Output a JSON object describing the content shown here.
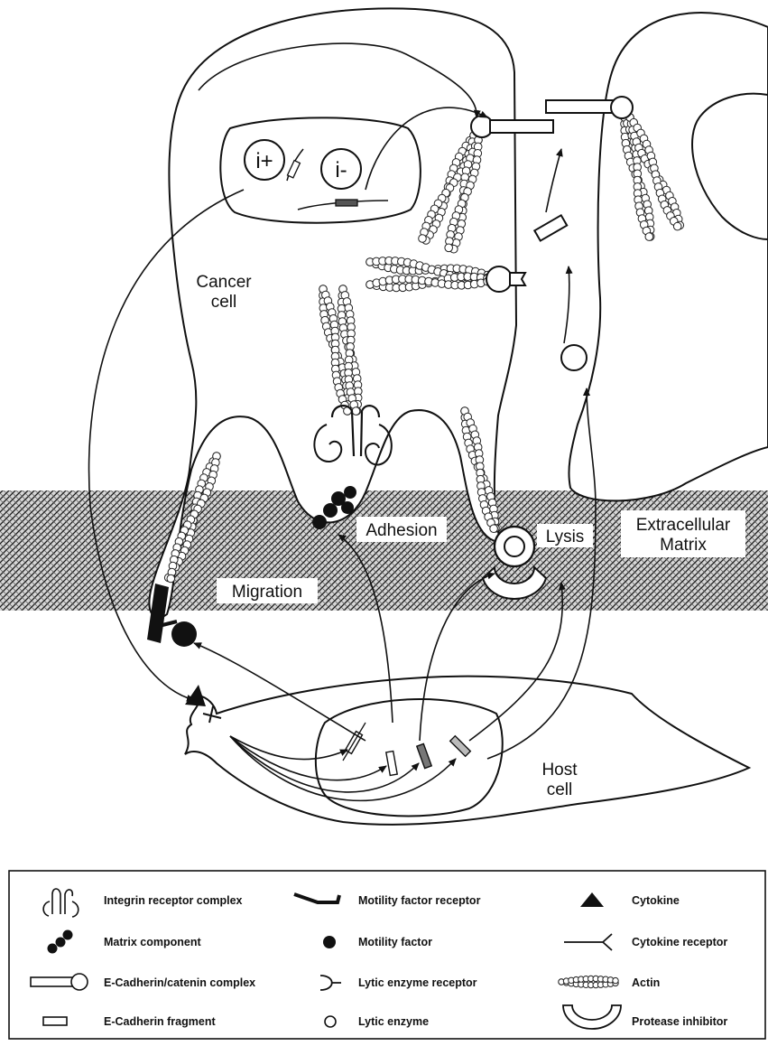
{
  "labels": {
    "gene_plus": "i+",
    "gene_minus": "i-",
    "cancer_cell_line1": "Cancer",
    "cancer_cell_line2": "cell",
    "adhesion": "Adhesion",
    "lysis": "Lysis",
    "migration": "Migration",
    "ecm_line1": "Extracellular",
    "ecm_line2": "Matrix",
    "host_cell_line1": "Host",
    "host_cell_line2": "cell"
  },
  "legend": {
    "items": [
      {
        "symbol": "integrin-icon",
        "text": "Integrin receptor complex"
      },
      {
        "symbol": "matrix-component-icon",
        "text": "Matrix component"
      },
      {
        "symbol": "e-cadherin-complex-icon",
        "text": "E-Cadherin/catenin complex"
      },
      {
        "symbol": "e-cadherin-fragment-icon",
        "text": "E-Cadherin fragment"
      },
      {
        "symbol": "motility-receptor-icon",
        "text": "Motility factor receptor"
      },
      {
        "symbol": "motility-factor-icon",
        "text": "Motility factor"
      },
      {
        "symbol": "lytic-receptor-icon",
        "text": "Lytic enzyme receptor"
      },
      {
        "symbol": "lytic-enzyme-icon",
        "text": "Lytic enzyme"
      },
      {
        "symbol": "cytokine-icon",
        "text": "Cytokine"
      },
      {
        "symbol": "cytokine-receptor-icon",
        "text": "Cytokine receptor"
      },
      {
        "symbol": "actin-icon",
        "text": "Actin"
      },
      {
        "symbol": "protease-inhibitor-icon",
        "text": "Protease inhibitor"
      }
    ]
  }
}
